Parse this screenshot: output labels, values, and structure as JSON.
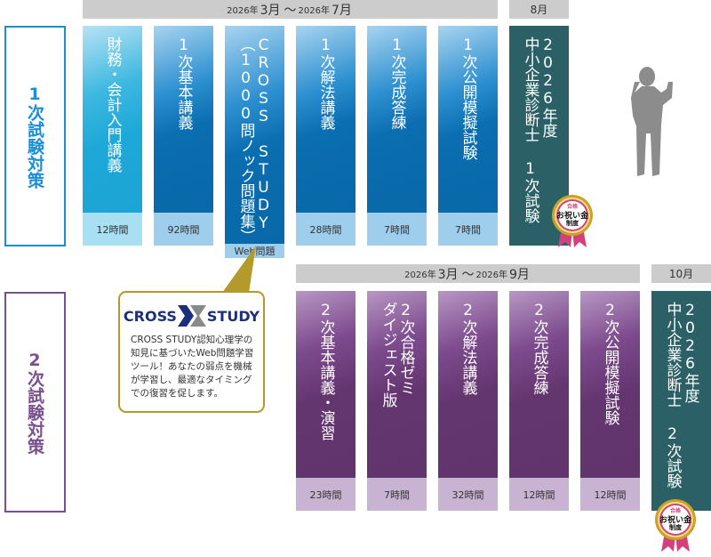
{
  "section1": {
    "label": "1次試験対策",
    "color": "#1b8fd6",
    "period": {
      "start_year": "2026年",
      "start_month": "3月",
      "sep": "〜",
      "end_year": "2026年",
      "end_month": "7月"
    },
    "exam_month": "8月",
    "courses": [
      {
        "title": "財務・会計入門講義",
        "hours": "12時間",
        "style": "cyan"
      },
      {
        "title": "1次基本講義",
        "hours": "92時間",
        "style": "blue"
      },
      {
        "title": "CROSS STUDY",
        "title2": "（1000問ノック問題集）",
        "hours": "Web問題",
        "style": "blue"
      },
      {
        "title": "1次解法講義",
        "hours": "28時間",
        "style": "blue"
      },
      {
        "title": "1次完成答練",
        "hours": "7時間",
        "style": "blue"
      },
      {
        "title": "1次公開模擬試験",
        "hours": "7時間",
        "style": "blue"
      }
    ],
    "exam": {
      "line1": "2026年度",
      "line2": "中小企業診断士 1次試験"
    }
  },
  "section2": {
    "label": "2次試験対策",
    "color": "#7b4f8e",
    "period": {
      "start_year": "2026年",
      "start_month": "3月",
      "sep": "〜",
      "end_year": "2026年",
      "end_month": "9月"
    },
    "exam_month": "10月",
    "courses": [
      {
        "title": "2次基本講義・演習",
        "hours": "23時間",
        "style": "purple"
      },
      {
        "title": "2次合格ゼミ",
        "title2": "ダイジェスト版",
        "hours": "7時間",
        "style": "purple"
      },
      {
        "title": "2次解法講義",
        "hours": "32時間",
        "style": "purple"
      },
      {
        "title": "2次完成答練",
        "hours": "12時間",
        "style": "purple"
      },
      {
        "title": "2次公開模擬試験",
        "hours": "12時間",
        "style": "purple"
      }
    ],
    "exam": {
      "line1": "2026年度",
      "line2": "中小企業診断士 2次試験"
    }
  },
  "badge": {
    "top": "合格",
    "middle": "お祝い金",
    "bottom": "制度"
  },
  "callout": {
    "logo_left": "CROSS",
    "logo_right": "STUDY",
    "description": "CROSS STUDY認知心理学の知見に基づいたWeb問題学習ツール！あなたの弱点を機械が学習し、最適なタイミングでの復習を促します。"
  }
}
